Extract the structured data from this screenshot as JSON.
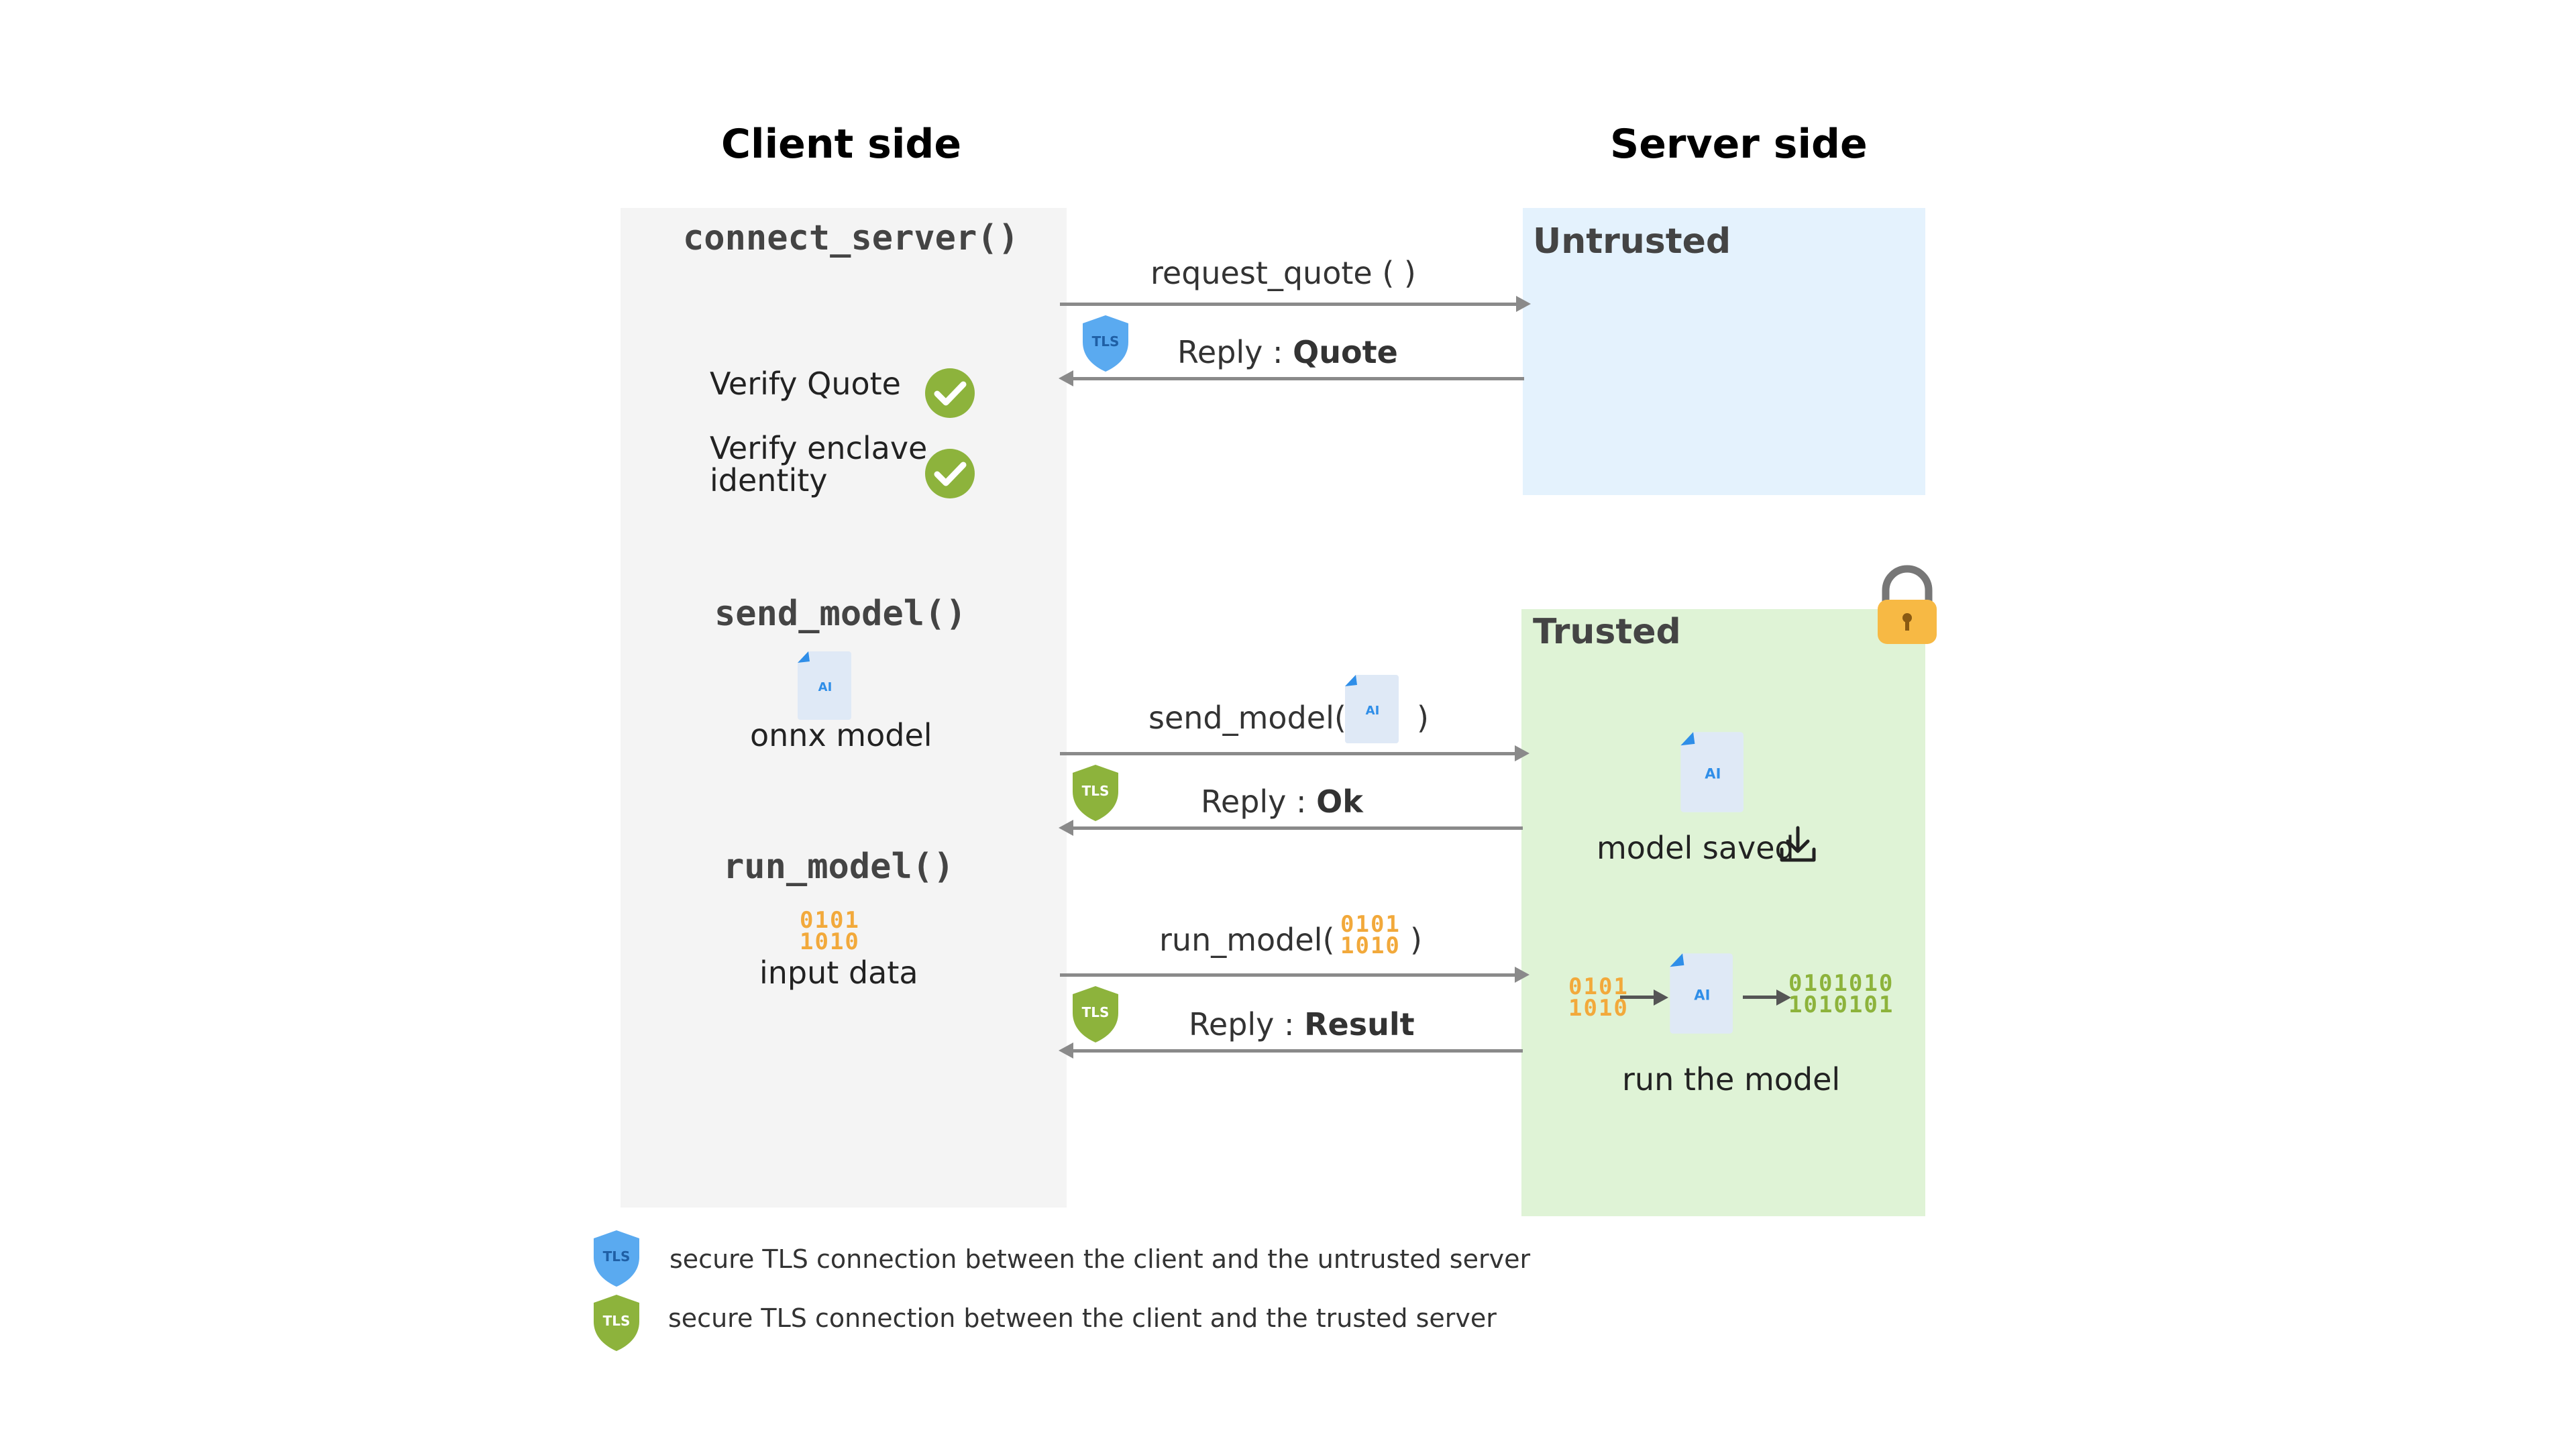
{
  "headings": {
    "client": "Client side",
    "server": "Server side"
  },
  "client": {
    "connect_fn": "connect_server()",
    "verify_quote": "Verify Quote",
    "verify_enclave": "Verify enclave\nidentity",
    "send_fn": "send_model()",
    "onnx_label": "onnx model",
    "run_fn": "run_model()",
    "input_label": "input data"
  },
  "server": {
    "untrusted_title": "Untrusted",
    "trusted_title": "Trusted",
    "model_saved": "model saved",
    "run_the_model": "run the model"
  },
  "messages": {
    "request_quote": "request_quote ( )",
    "reply_quote_prefix": "Reply : ",
    "reply_quote_value": "Quote",
    "send_model_prefix": "send_model(",
    "send_model_suffix": ")",
    "reply_ok_prefix": "Reply : ",
    "reply_ok_value": "Ok",
    "run_model_prefix": "run_model(",
    "run_model_suffix": ")",
    "reply_result_prefix": "Reply : ",
    "reply_result_value": "Result"
  },
  "icons": {
    "tls_badge_text": "TLS",
    "ai_doc_text": "AI",
    "binary_small": "0101\n1010",
    "binary_large": "0101010\n1010101"
  },
  "legend": {
    "blue_tls": "secure TLS connection between the client and the untrusted server",
    "green_tls": "secure TLS connection between the client and the trusted server"
  },
  "colors": {
    "client_panel": "#f4f4f4",
    "untrusted_panel": "#e4f2fd",
    "trusted_panel": "#dff3d6",
    "tls_blue": "#5aaaf0",
    "tls_green": "#8db33c",
    "check_green": "#8db33c",
    "binary_orange": "#f2a93b",
    "binary_green": "#8db33c",
    "lock_orange": "#f7b944"
  }
}
